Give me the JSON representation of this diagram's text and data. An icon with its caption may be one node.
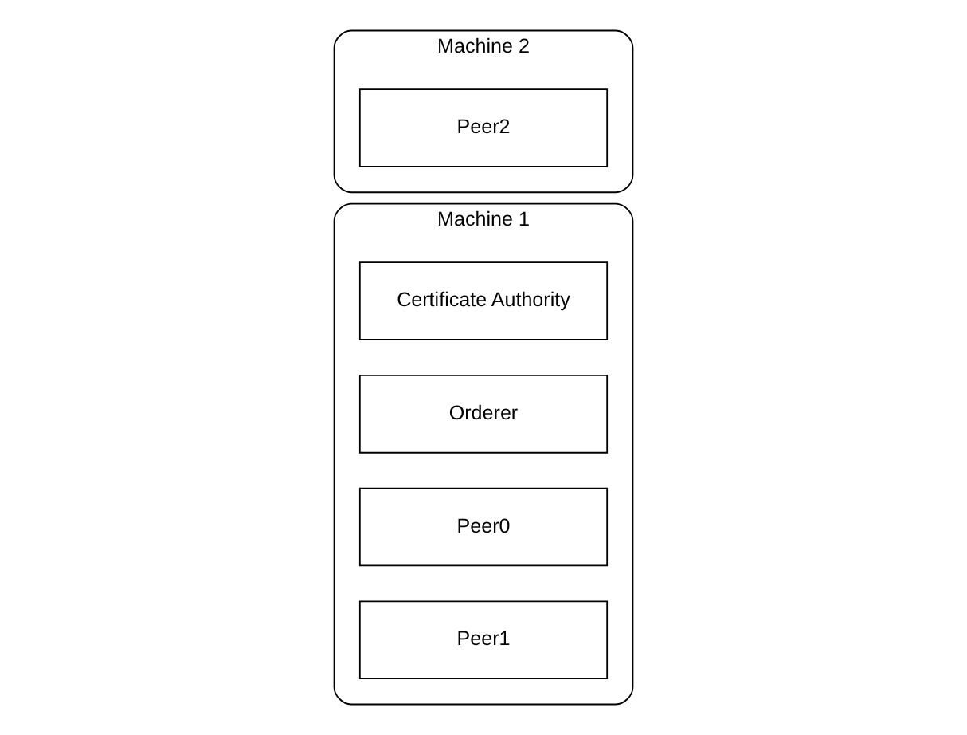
{
  "diagram": {
    "nodes": [
      {
        "text": [
          "Machine 1"
        ]
      },
      {
        "text": [
          "Certificate Authority"
        ],
        "in": 0
      },
      {
        "text": [
          "Orderer"
        ],
        "in": 0
      },
      {
        "text": [
          "Peer0"
        ],
        "in": 0
      },
      {
        "text": [
          "Peer1"
        ],
        "in": 0
      },
      {
        "text": [
          "Machine 2"
        ]
      },
      {
        "text": [
          "Peer2"
        ],
        "in": 5
      }
    ]
  }
}
